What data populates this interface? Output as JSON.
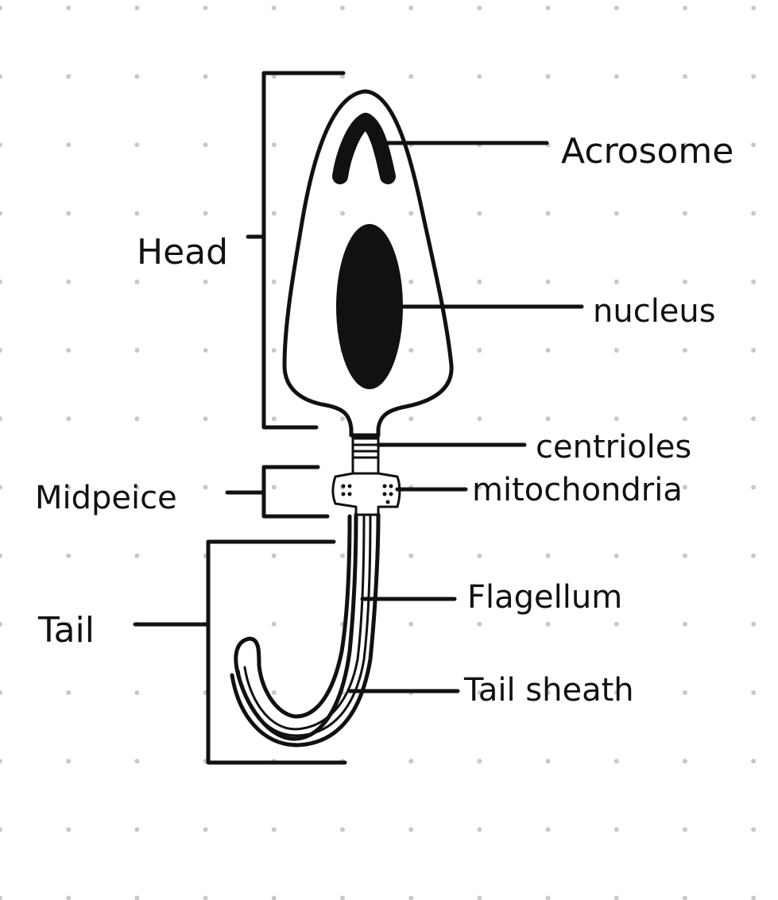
{
  "labels": {
    "acrosome": "Acrosome",
    "nucleus": "nucleus",
    "centrioles": "centrioles",
    "mitochondria": "mitochondria",
    "flagellum": "Flagellum",
    "tail_sheath": "Tail sheath",
    "head": "Head",
    "midpiece": "Midpeice",
    "tail": "Tail"
  },
  "colors": {
    "ink": "#111111",
    "dots": "#c8c8c8",
    "background": "#ffffff"
  }
}
